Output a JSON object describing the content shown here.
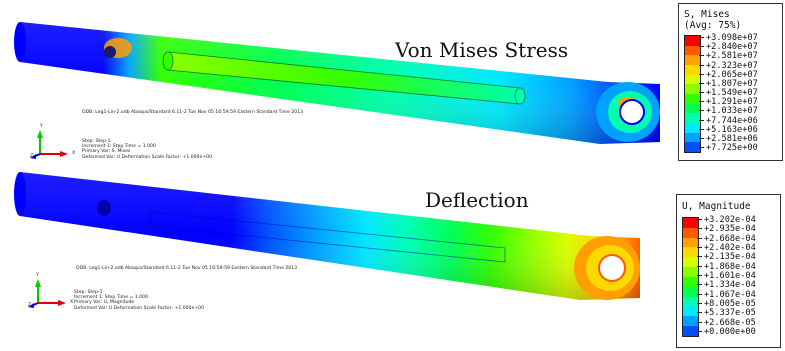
{
  "stress": {
    "title": "Von Mises Stress",
    "odb_line": "ODB: Leg1-Lin-2.odb    Abaqus/Standard 6.11-2    Tue Nov 05 16:59:59 Eastern Standard Time 2013",
    "step_line": "Step: Step-1",
    "increment_line": "Increment    1: Step Time =    1.000",
    "primary_var_line": "Primary Var: S, Mises",
    "deformed_var_line": "Deformed Var: U   Deformation Scale Factor: +1.000e+00",
    "legend": {
      "title_line1": "S, Mises",
      "title_line2": "(Avg: 75%)",
      "values": [
        "+3.098e+07",
        "+2.840e+07",
        "+2.581e+07",
        "+2.323e+07",
        "+2.065e+07",
        "+1.807e+07",
        "+1.549e+07",
        "+1.291e+07",
        "+1.033e+07",
        "+7.744e+06",
        "+5.163e+06",
        "+2.581e+06",
        "+7.725e+00"
      ],
      "colors": [
        "#ff0000",
        "#ff5a00",
        "#ffa000",
        "#ffd800",
        "#d8ff00",
        "#8aff00",
        "#32ff00",
        "#00ff50",
        "#00ffae",
        "#00e8ff",
        "#00a2ff",
        "#0050ff",
        "#0000ff"
      ]
    },
    "axes": {
      "x": "X",
      "y": "Y",
      "z": "Z"
    }
  },
  "deflection": {
    "title": "Deflection",
    "odb_line": "ODB: Leg1-Lin-2.odb    Abaqus/Standard 6.11-2    Tue Nov 05 16:59:59 Eastern Standard Time 2013",
    "step_line": "Step: Step-1",
    "increment_line": "Increment    1: Step Time =    1.000",
    "primary_var_line": "Primary Var: U, Magnitude",
    "deformed_var_line": "Deformed Var: U   Deformation Scale Factor: +1.000e+00",
    "legend": {
      "title_line1": "U, Magnitude",
      "values": [
        "+3.202e-04",
        "+2.935e-04",
        "+2.668e-04",
        "+2.402e-04",
        "+2.135e-04",
        "+1.868e-04",
        "+1.601e-04",
        "+1.334e-04",
        "+1.067e-04",
        "+8.005e-05",
        "+5.337e-05",
        "+2.668e-05",
        "+0.000e+00"
      ],
      "colors": [
        "#ff0000",
        "#ff5a00",
        "#ffa000",
        "#ffd800",
        "#d8ff00",
        "#8aff00",
        "#32ff00",
        "#00ff50",
        "#00ffae",
        "#00e8ff",
        "#00a2ff",
        "#0050ff",
        "#0000ff"
      ]
    },
    "axes": {
      "x": "X",
      "y": "Y",
      "z": "Z"
    }
  }
}
